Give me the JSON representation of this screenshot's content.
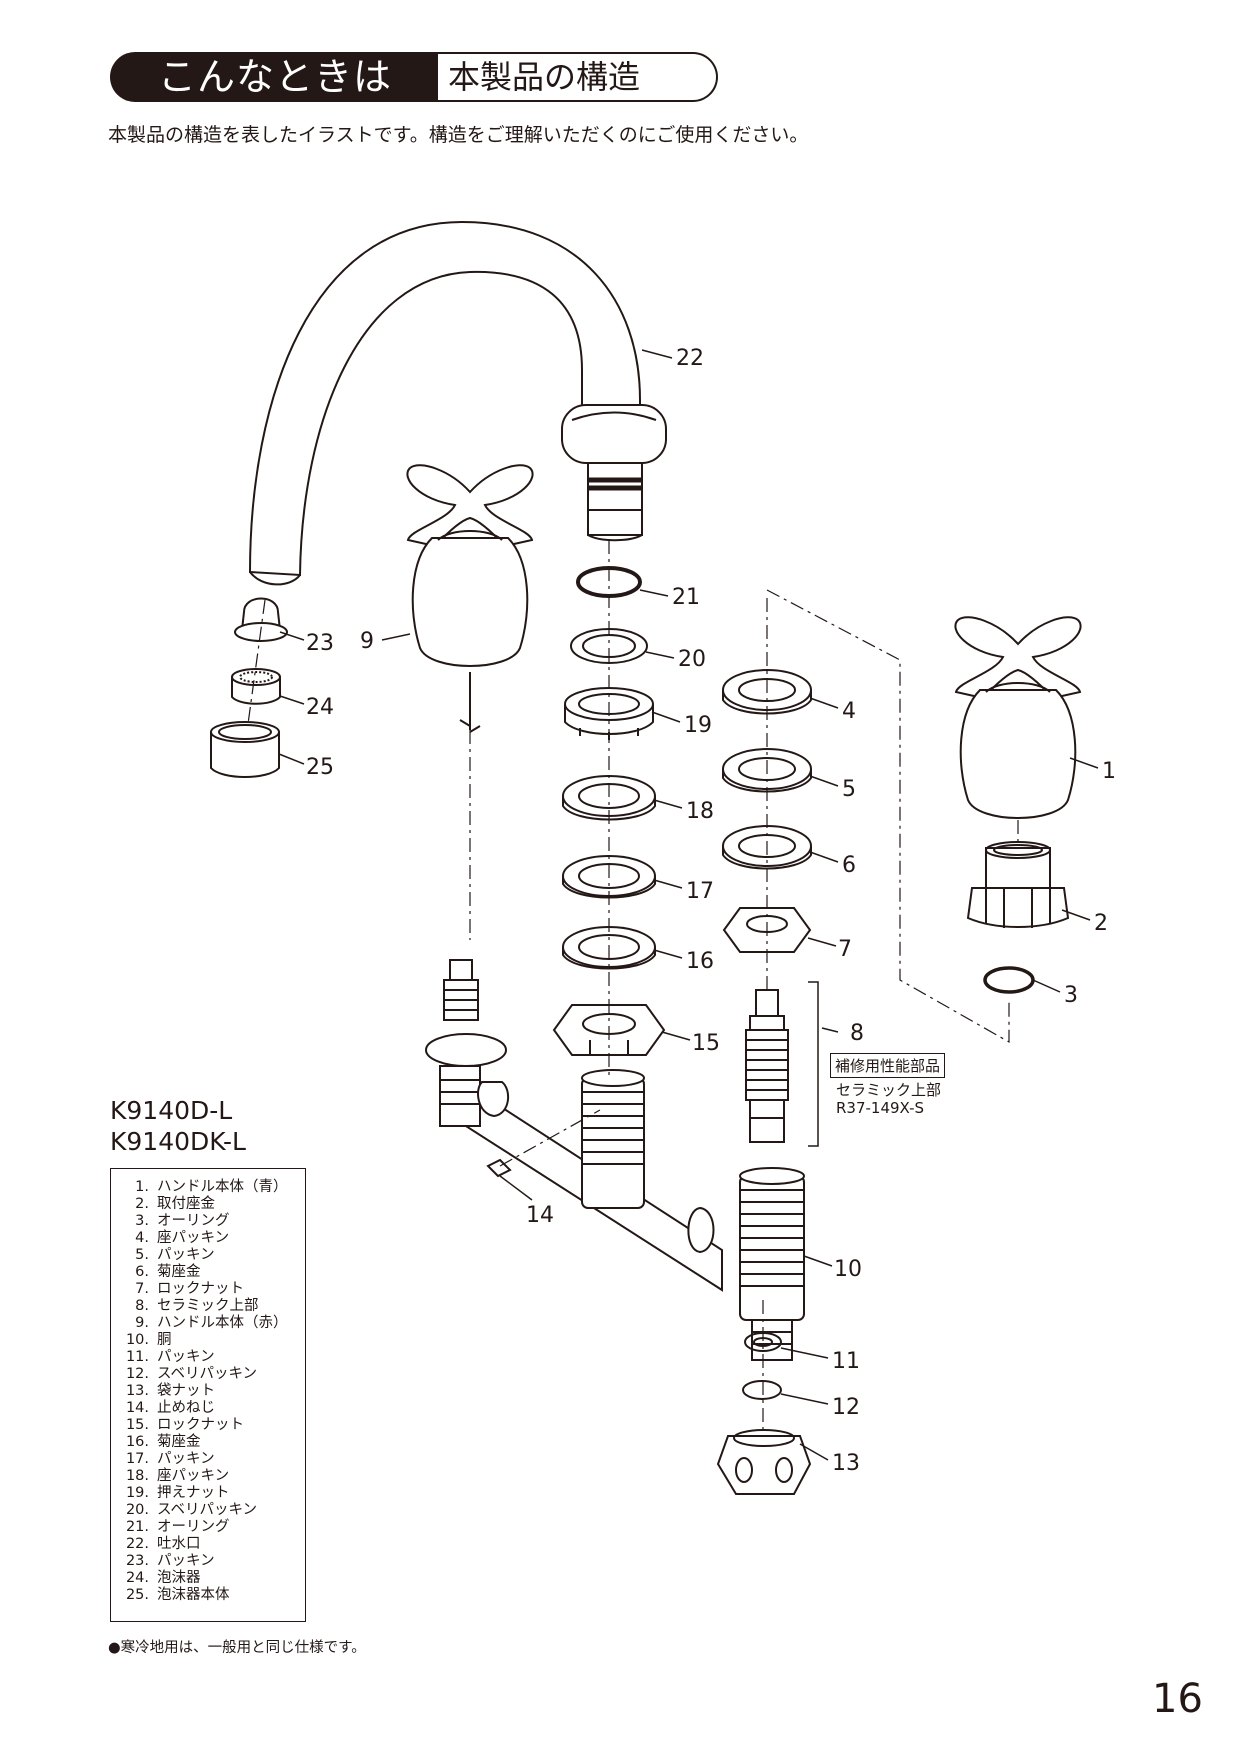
{
  "header": {
    "black_label": "こんなときは",
    "white_label": "本製品の構造"
  },
  "intro": "本製品の構造を表したイラストです。構造をご理解いただくのにご使用ください。",
  "models": [
    "K9140D-L",
    "K9140DK-L"
  ],
  "parts": [
    {
      "no": "1.",
      "name": "ハンドル本体（青）"
    },
    {
      "no": "2.",
      "name": "取付座金"
    },
    {
      "no": "3.",
      "name": "オーリング"
    },
    {
      "no": "4.",
      "name": "座パッキン"
    },
    {
      "no": "5.",
      "name": "パッキン"
    },
    {
      "no": "6.",
      "name": "菊座金"
    },
    {
      "no": "7.",
      "name": "ロックナット"
    },
    {
      "no": "8.",
      "name": "セラミック上部"
    },
    {
      "no": "9.",
      "name": "ハンドル本体（赤）"
    },
    {
      "no": "10.",
      "name": "胴"
    },
    {
      "no": "11.",
      "name": "パッキン"
    },
    {
      "no": "12.",
      "name": "スベリパッキン"
    },
    {
      "no": "13.",
      "name": "袋ナット"
    },
    {
      "no": "14.",
      "name": "止めねじ"
    },
    {
      "no": "15.",
      "name": "ロックナット"
    },
    {
      "no": "16.",
      "name": "菊座金"
    },
    {
      "no": "17.",
      "name": "パッキン"
    },
    {
      "no": "18.",
      "name": "座パッキン"
    },
    {
      "no": "19.",
      "name": "押えナット"
    },
    {
      "no": "20.",
      "name": "スベリパッキン"
    },
    {
      "no": "21.",
      "name": "オーリング"
    },
    {
      "no": "22.",
      "name": "吐水口"
    },
    {
      "no": "23.",
      "name": "パッキン"
    },
    {
      "no": "24.",
      "name": "泡沫器"
    },
    {
      "no": "25.",
      "name": "泡沫器本体"
    }
  ],
  "callout": {
    "box": "補修用性能部品",
    "line1": "セラミック上部",
    "line2": "R37-149X-S"
  },
  "labels": [
    "1",
    "2",
    "3",
    "4",
    "5",
    "6",
    "7",
    "8",
    "9",
    "10",
    "11",
    "12",
    "13",
    "14",
    "15",
    "16",
    "17",
    "18",
    "19",
    "20",
    "21",
    "22",
    "23",
    "24",
    "25"
  ],
  "note": "●寒冷地用は、一般用と同じ仕様です。",
  "page_number": "16"
}
